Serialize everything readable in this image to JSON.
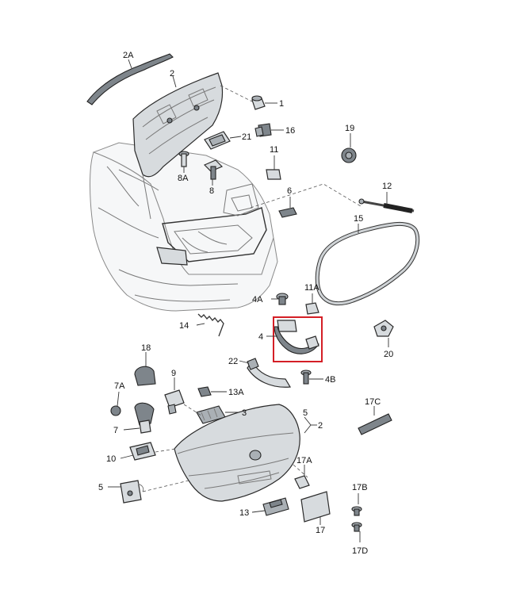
{
  "callouts": {
    "c_2A": "2A",
    "c_2": "2",
    "c_1": "1",
    "c_16": "16",
    "c_21": "21",
    "c_19": "19",
    "c_11": "11",
    "c_8A": "8A",
    "c_8": "8",
    "c_6": "6",
    "c_12": "12",
    "c_15": "15",
    "c_11A": "11A",
    "c_4A": "4A",
    "c_14": "14",
    "c_4": "4",
    "c_20": "20",
    "c_22": "22",
    "c_4B": "4B",
    "c_18": "18",
    "c_9": "9",
    "c_13A": "13A",
    "c_7A": "7A",
    "c_3": "3",
    "c_5top": "5",
    "c_2b": "2",
    "c_17C": "17C",
    "c_7": "7",
    "c_10": "10",
    "c_17A": "17A",
    "c_5": "5",
    "c_17B": "17B",
    "c_13": "13",
    "c_17": "17",
    "c_17D": "17D"
  },
  "colors": {
    "highlight": "#d41f26"
  }
}
